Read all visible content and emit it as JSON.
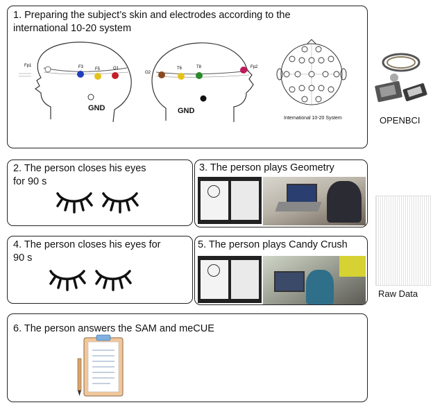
{
  "step1": {
    "title_line1": "1.  Preparing the subject’s skin and electrodes according to the",
    "title_line2": "international 10-20 system",
    "head_left_gnd": "GND",
    "head_right_gnd": "GND",
    "system_caption": "International 10-20 System"
  },
  "step2": {
    "title_line1": "2.  The person closes his eyes",
    "title_line2": "for 90 s"
  },
  "step3": {
    "title": "3.  The person plays Geometry"
  },
  "step4": {
    "title_line1": "4.  The person closes his eyes for",
    "title_line2": "90 s"
  },
  "step5": {
    "title": "5. The person plays Candy Crush"
  },
  "step6": {
    "title": "6. The person answers the SAM and meCUE"
  },
  "side": {
    "device_label": "OPENBCI",
    "raw_label": "Raw Data"
  },
  "colors": {
    "border": "#222222",
    "electrode_blue": "#1f3fbf",
    "electrode_yellow": "#e6c21a",
    "electrode_red": "#c41e2a",
    "electrode_brown": "#8a4a1f",
    "electrode_magenta": "#c0185a"
  }
}
